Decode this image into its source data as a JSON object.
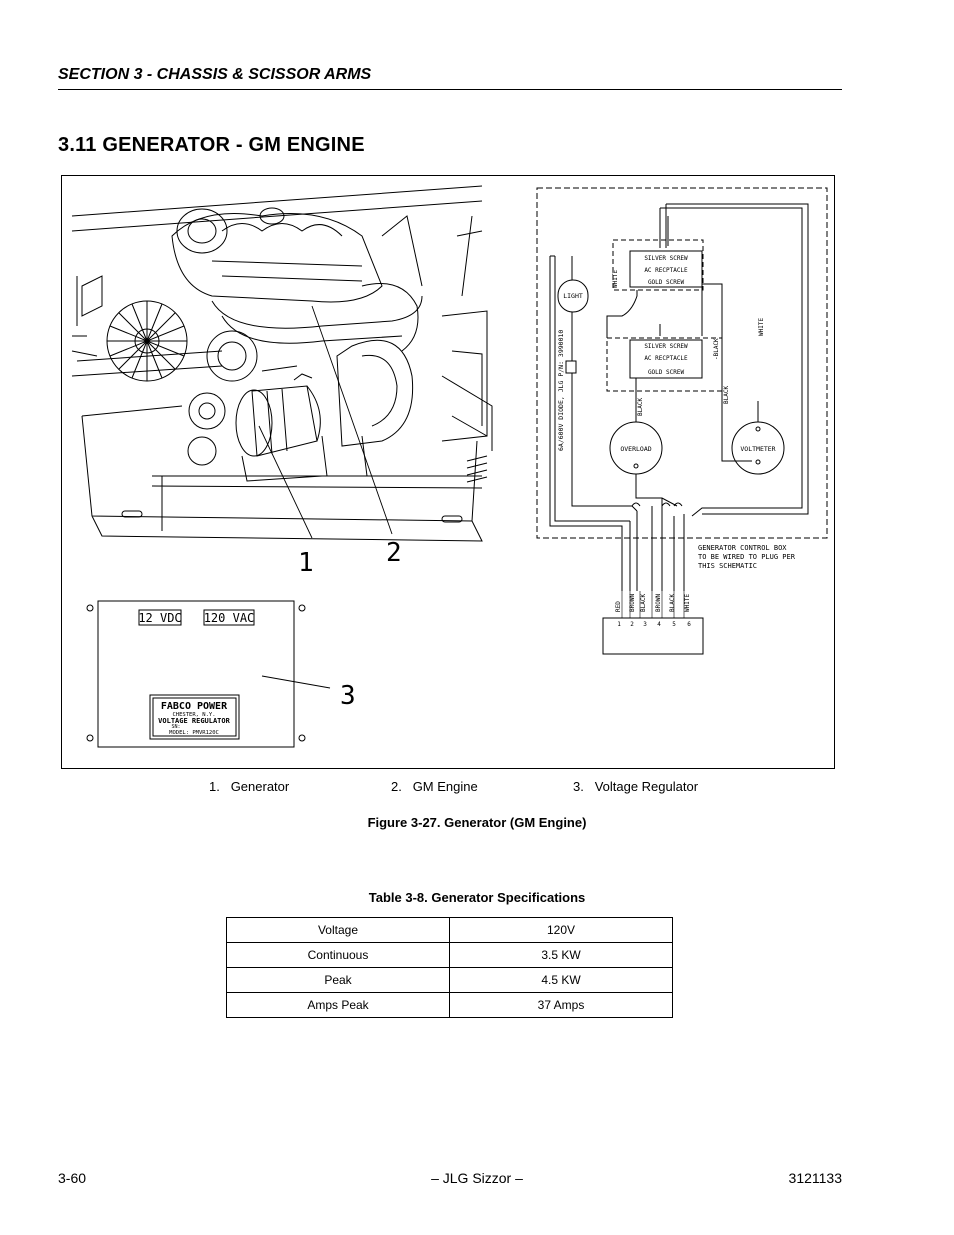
{
  "header": {
    "section": "SECTION 3 - CHASSIS & SCISSOR ARMS"
  },
  "title": "3.11 GENERATOR - GM ENGINE",
  "figure": {
    "callouts": [
      "1",
      "2",
      "3"
    ],
    "regulator": {
      "label_12v": "12 VDC",
      "label_120v": "120 VAC",
      "brand": "FABCO POWER",
      "city": "CHESTER, N.Y.",
      "product": "VOLTAGE REGULATOR",
      "sn": "SN:",
      "model": "MODEL: PMVR120C"
    },
    "schematic": {
      "silver_screw": "SILVER SCREW",
      "ac_receptacle": "AC RECPTACLE",
      "gold_screw": "GOLD SCREW",
      "light": "LIGHT",
      "diode": "6A/600V DIODE, JLG P/N: 3990010",
      "overload": "OVERLOAD",
      "voltmeter": "VOLTMETER",
      "white": "WHITE",
      "black": "BLACK",
      "black_dash": "-BLACK",
      "note": [
        "GENERATOR CONTROL BOX",
        "TO BE WIRED TO PLUG PER",
        "THIS SCHEMATIC"
      ],
      "plug_wires": [
        "RED",
        "BROWN",
        "BLACK",
        "BROWN",
        "BLACK",
        "WHITE"
      ],
      "plug_pins": [
        "1",
        "2",
        "3",
        "4",
        "5",
        "6"
      ]
    },
    "legend": [
      {
        "num": "1.",
        "label": "Generator"
      },
      {
        "num": "2.",
        "label": "GM Engine"
      },
      {
        "num": "3.",
        "label": "Voltage Regulator"
      }
    ],
    "caption": "Figure 3-27.  Generator (GM Engine)"
  },
  "table": {
    "caption": "Table 3-8. Generator Specifications",
    "rows": [
      [
        "Voltage",
        "120V"
      ],
      [
        "Continuous",
        "3.5 KW"
      ],
      [
        "Peak",
        "4.5 KW"
      ],
      [
        "Amps Peak",
        "37 Amps"
      ]
    ]
  },
  "footer": {
    "left": "3-60",
    "center": "– JLG Sizzor –",
    "right": "3121133"
  }
}
